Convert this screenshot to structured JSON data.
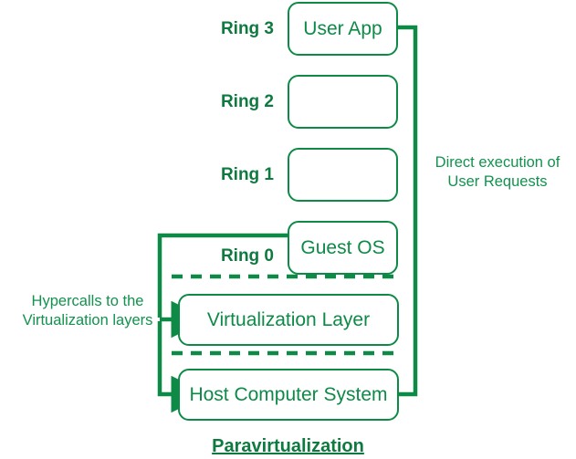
{
  "diagram": {
    "caption": "Paravirtualization",
    "accent_color": "#0e8a47",
    "background_color": "#ffffff",
    "ring_labels": [
      {
        "text": "Ring 3"
      },
      {
        "text": "Ring 2"
      },
      {
        "text": "Ring 1"
      },
      {
        "text": "Ring 0"
      }
    ],
    "boxes": [
      {
        "label": "User App"
      },
      {
        "label": ""
      },
      {
        "label": ""
      },
      {
        "label": "Guest OS"
      },
      {
        "label": "Virtualization Layer"
      },
      {
        "label": "Host Computer System"
      }
    ],
    "annotations": [
      {
        "line1": "Direct execution of",
        "line2": "User Requests"
      },
      {
        "line1": "Hypercalls to the",
        "line2": "Virtualization layers"
      }
    ],
    "separators": [
      {
        "name": "dashed-separator-upper"
      },
      {
        "name": "dashed-separator-lower"
      }
    ],
    "connectors": [
      {
        "name": "direct-execution-connector"
      },
      {
        "name": "hypercall-connector"
      },
      {
        "name": "ring0-bracket-top"
      }
    ]
  }
}
